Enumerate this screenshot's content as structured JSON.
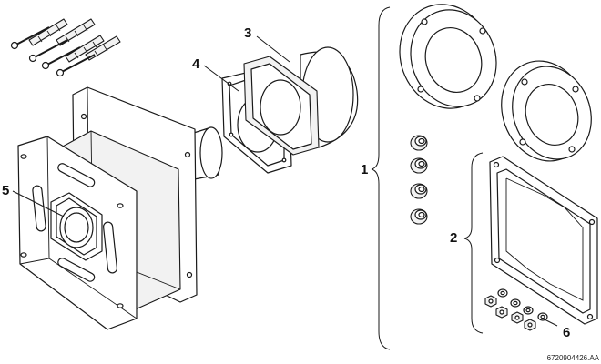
{
  "callouts": [
    {
      "id": "1",
      "label": "1"
    },
    {
      "id": "2",
      "label": "2"
    },
    {
      "id": "3",
      "label": "3"
    },
    {
      "id": "4",
      "label": "4"
    },
    {
      "id": "5",
      "label": "5"
    },
    {
      "id": "6",
      "label": "6"
    }
  ],
  "reference_code": "6720904426.AA",
  "colors": {
    "line": "#1a1a1a",
    "background": "#ffffff",
    "fill_light": "#f2f2f2"
  }
}
